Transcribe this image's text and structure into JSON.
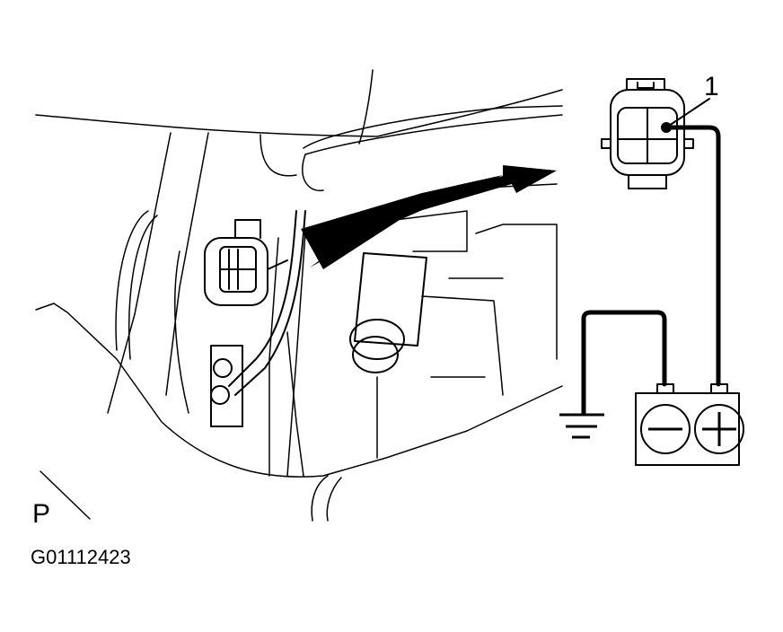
{
  "figure": {
    "id": "G01112423",
    "view_label": "P",
    "callout_number": "1",
    "colors": {
      "line": "#000000",
      "background": "#ffffff"
    }
  },
  "components": {
    "sensor_connector": "sensor-connector",
    "terminal_highlight": "terminal-1",
    "battery": {
      "negative_symbol": "−",
      "positive_symbol": "+"
    },
    "ground": "ground-symbol",
    "arrow": "direction-arrow"
  }
}
